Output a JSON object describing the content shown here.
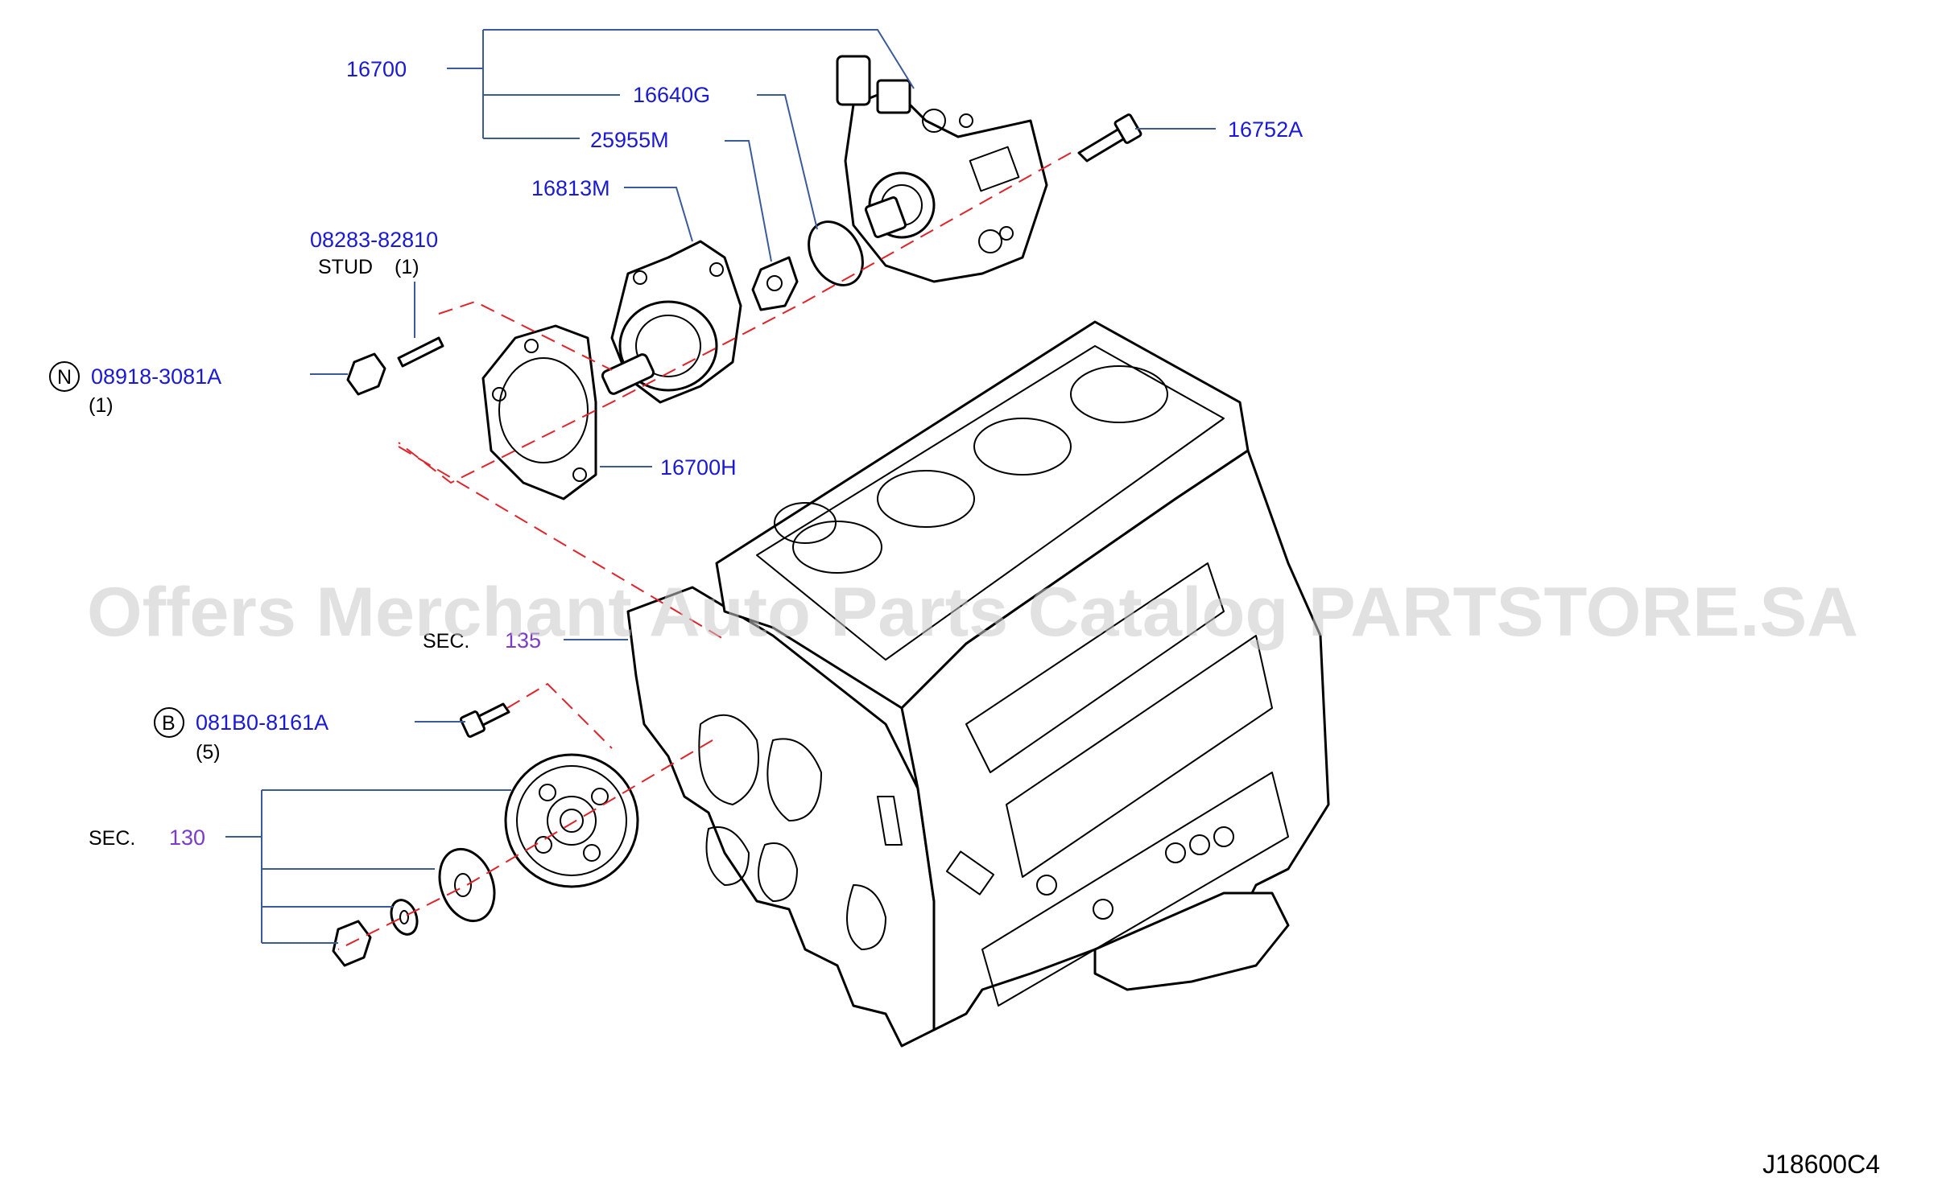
{
  "diagram": {
    "code": "J18600C4",
    "watermark": "Offers Merchant Auto Parts Catalog PARTSTORE.SA"
  },
  "callouts": {
    "p16700": "16700",
    "p16640G": "16640G",
    "p25955M": "25955M",
    "p16813M": "16813M",
    "p16752A": "16752A",
    "p08283": "08283-82810",
    "stud_label": "STUD",
    "stud_qty": "(1)",
    "nut_marker": "N",
    "p08918": "08918-3081A",
    "nut_qty": "(1)",
    "p16700H": "16700H",
    "sec_label_1": "SEC.",
    "sec_num_1": "135",
    "bolt_marker": "B",
    "p081B0": "081B0-8161A",
    "bolt_qty": "(5)",
    "sec_label_2": "SEC.",
    "sec_num_2": "130"
  }
}
